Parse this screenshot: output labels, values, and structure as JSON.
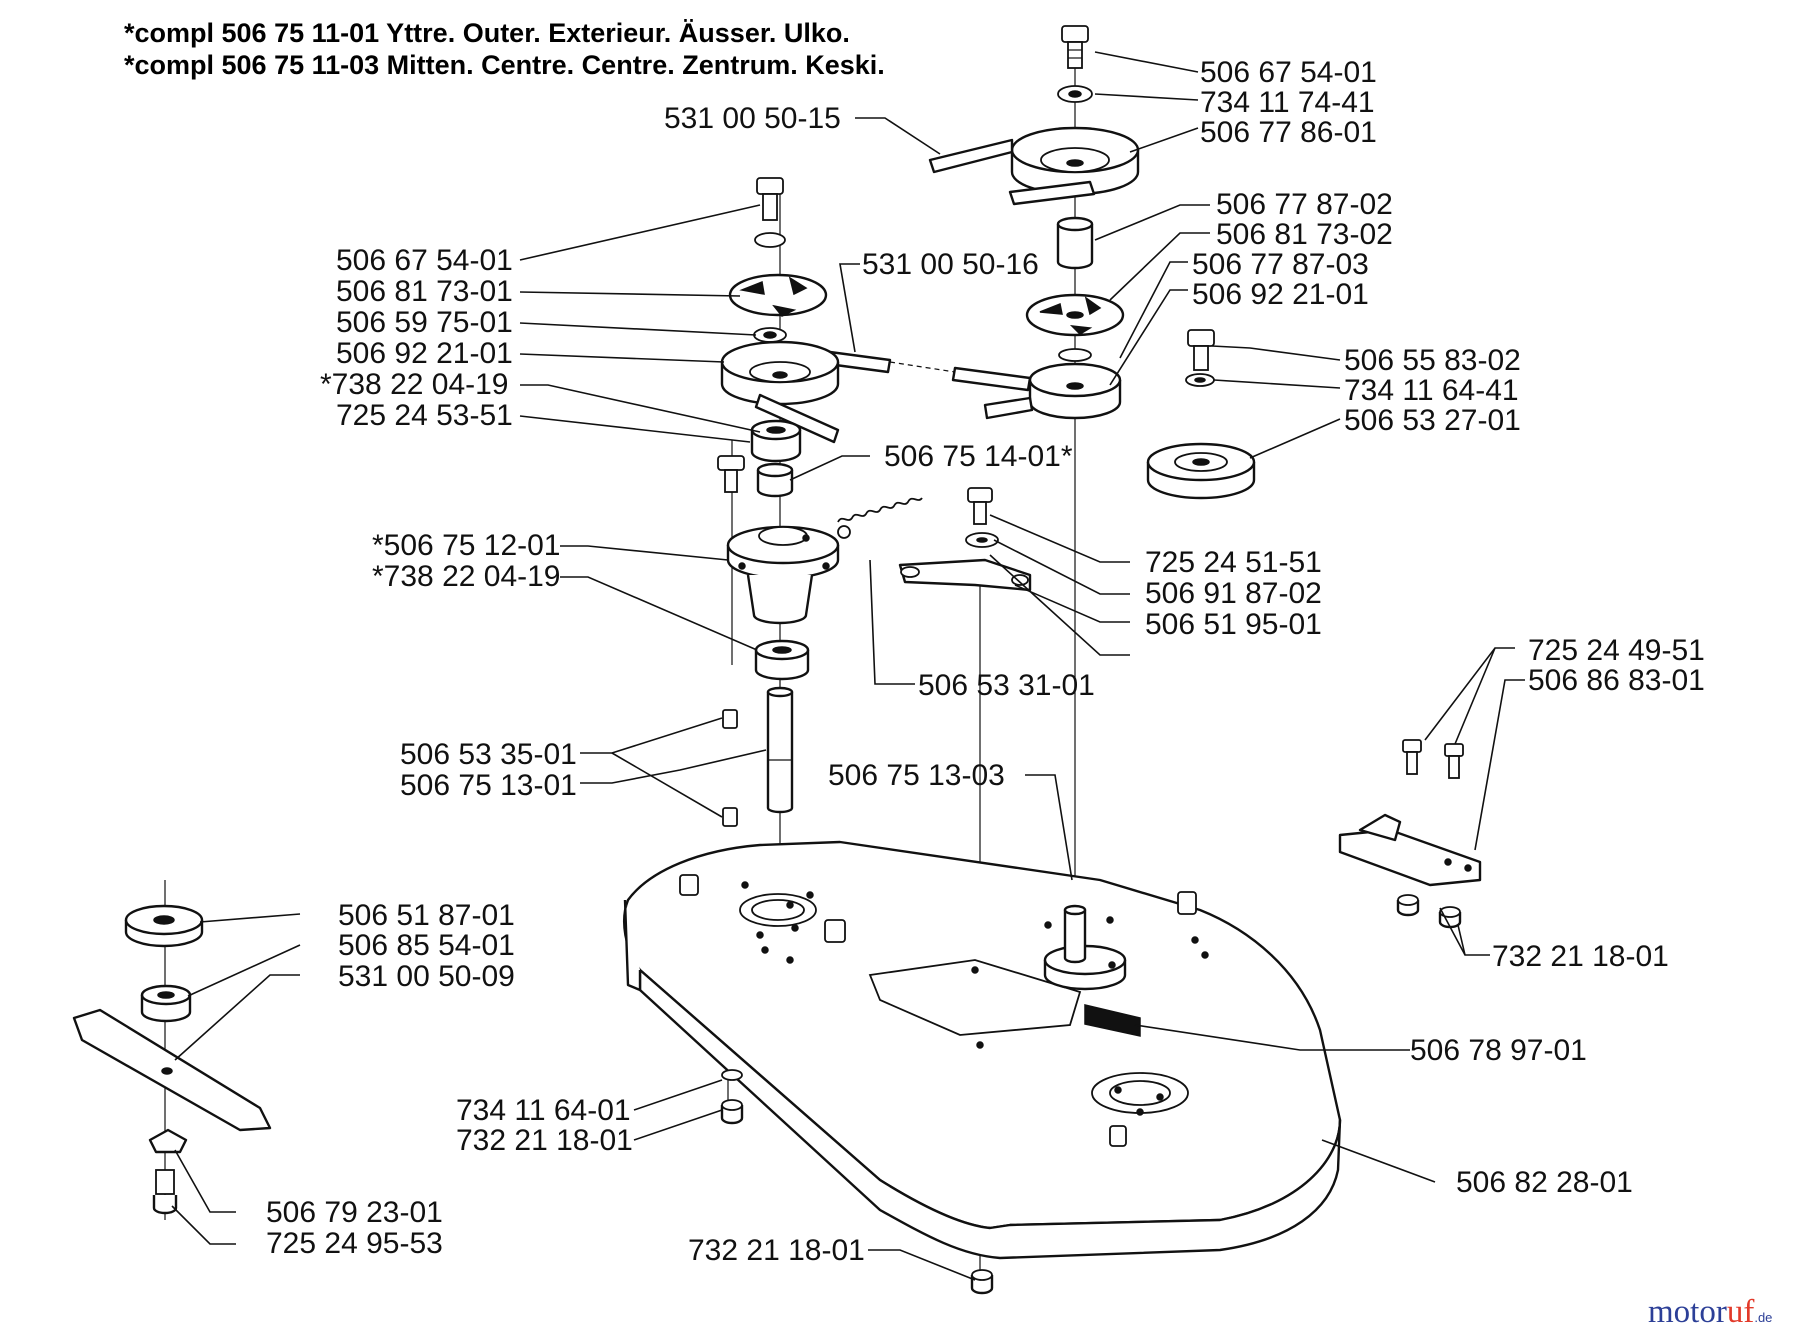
{
  "header": {
    "line1": "*compl 506 75 11-01  Yttre. Outer. Exterieur. Äusser. Ulko.",
    "line2": "*compl 506 75 11-03  Mitten. Centre. Centre. Zentrum. Keski."
  },
  "labels": [
    "506 67 54-01",
    "734 11 74-41",
    "506 77 86-01",
    "531 00 50-15",
    "506 77 87-02",
    "506 81 73-02",
    "506 77 87-03",
    "506 92 21-01",
    "531 00 50-16",
    "506 67 54-01",
    "506 81 73-01",
    "506 59 75-01",
    "506 92 21-01",
    "*738 22 04-19",
    "725 24 53-51",
    "506 55 83-02",
    "734 11 64-41",
    "506 53 27-01",
    "506 75 14-01*",
    "*506 75 12-01",
    "*738 22 04-19",
    "725 24 51-51",
    "506 91 87-02",
    "506 51 95-01",
    "506 53 31-01",
    "725 24 49-51",
    "506 86 83-01",
    "506 53 35-01",
    "506 75 13-01",
    "506 75 13-03",
    "506 51 87-01",
    "506 85 54-01",
    "531 00 50-09",
    "732 21 18-01",
    "506 78 97-01",
    "734 11 64-01",
    "732 21 18-01",
    "506 82 28-01",
    "506 79 23-01",
    "725 24 95-53",
    "732 21 18-01"
  ],
  "logo": {
    "brand_main": "motor",
    "brand_accent": "uf",
    "brand_tld": ".de"
  },
  "colors": {
    "logo_blue": "#2c3f97",
    "logo_red": "#e23a2a",
    "line": "#111111"
  }
}
